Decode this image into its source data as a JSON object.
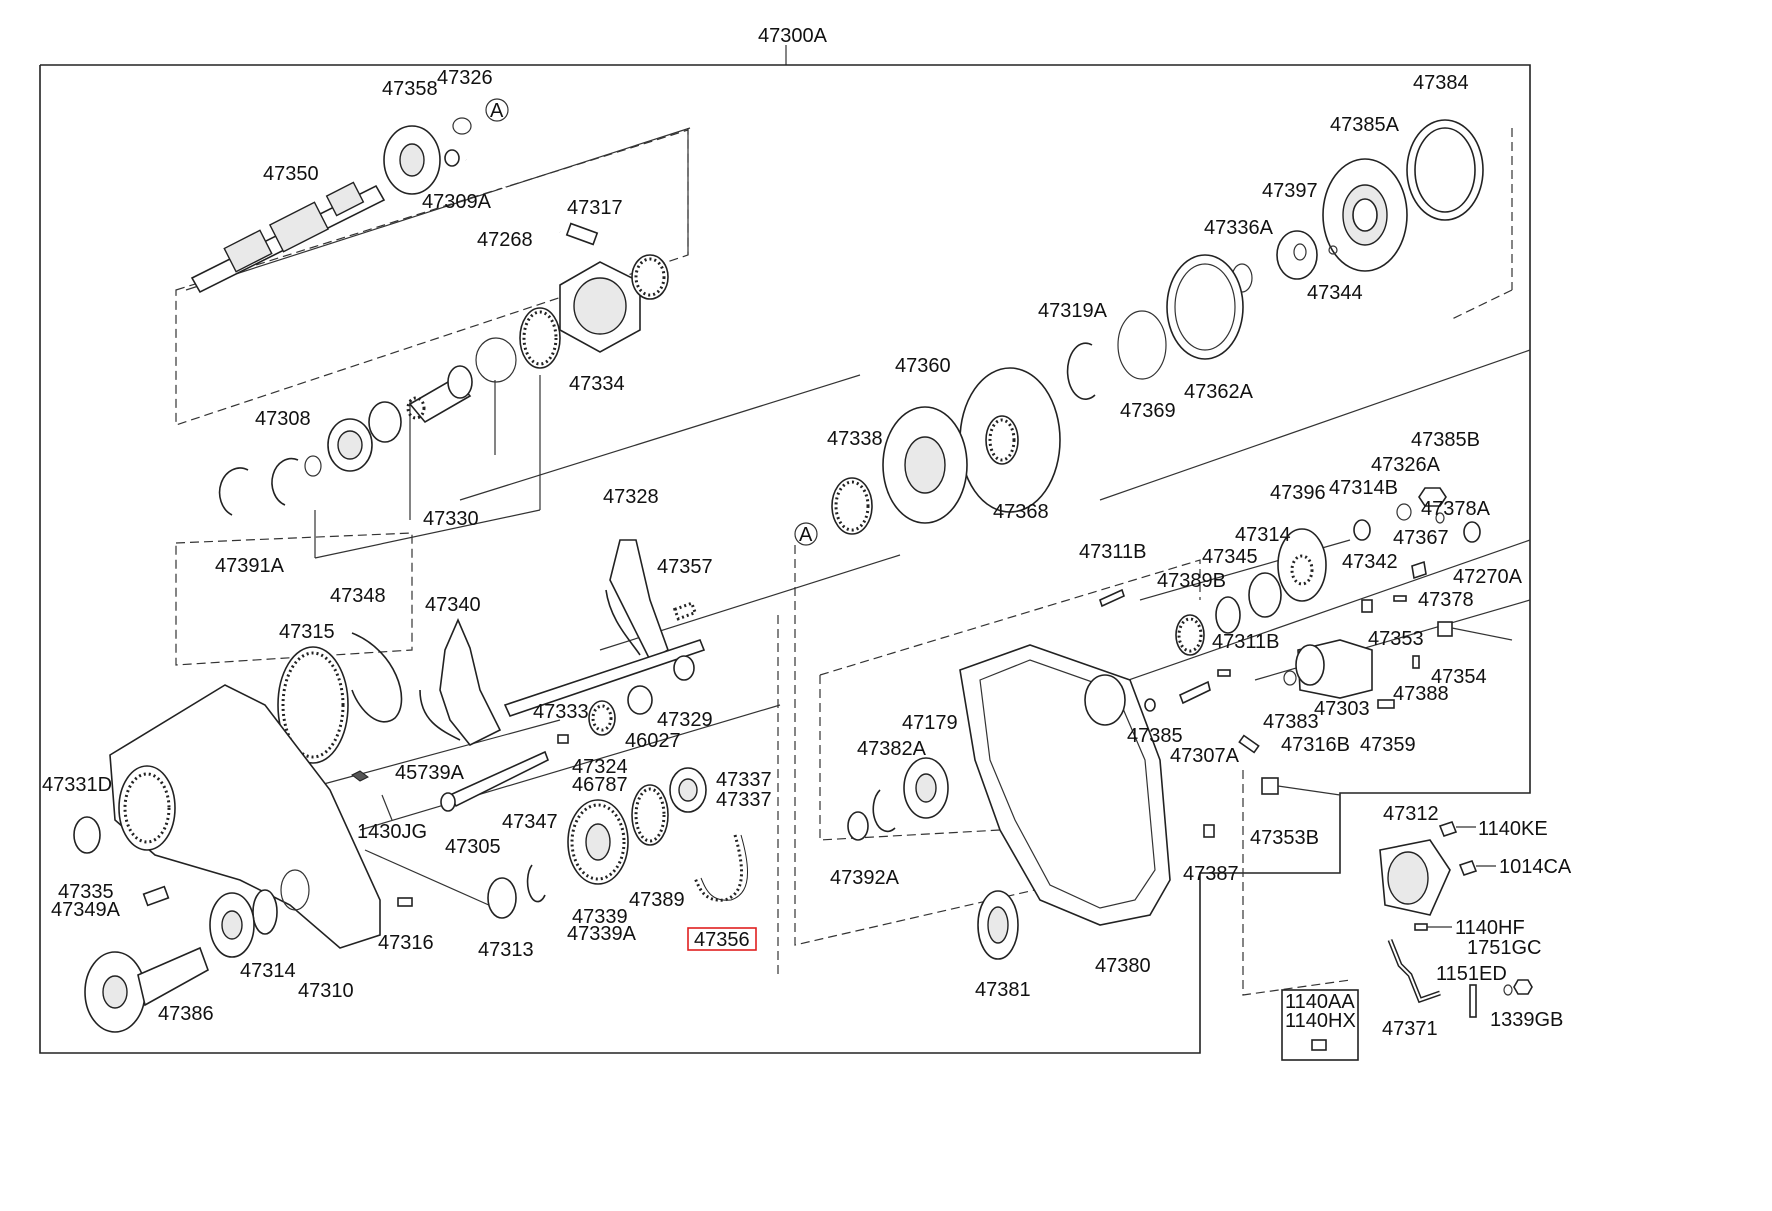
{
  "colors": {
    "line": "#222222",
    "highlight": "#e02020",
    "background": "#ffffff"
  },
  "assembly": {
    "label": "47300A"
  },
  "reference_marks": [
    "A",
    "A"
  ],
  "labels": [
    "47358",
    "47326",
    "47350",
    "47309A",
    "47317",
    "47268",
    "47334",
    "47308",
    "47330",
    "47391A",
    "47348",
    "47315",
    "47340",
    "47328",
    "47357",
    "47333",
    "47324",
    "46787",
    "46027",
    "47329",
    "45739A",
    "47331D",
    "1430JG",
    "47305",
    "47347",
    "47337",
    "47337",
    "47389",
    "47339",
    "47339A",
    "47356",
    "47313",
    "47335",
    "47349A",
    "47316",
    "47314",
    "47310",
    "47386",
    "47384",
    "47385A",
    "47397",
    "47336A",
    "47344",
    "47319A",
    "47362A",
    "47369",
    "47360",
    "47368",
    "47338",
    "47311B",
    "47396",
    "47385B",
    "47326A",
    "47314B",
    "47378A",
    "47389B",
    "47345",
    "47314",
    "47342",
    "47367",
    "47270A",
    "47378",
    "47311B",
    "47353",
    "47354",
    "47179",
    "47382A",
    "47385",
    "47307A",
    "47383",
    "47303",
    "47388",
    "47359",
    "47316B",
    "47353B",
    "47392A",
    "47387",
    "47381",
    "47380",
    "47312",
    "1140KE",
    "1014CA",
    "1140HF",
    "1751GC",
    "1151ED",
    "1140AA",
    "1140HX",
    "47371",
    "1339GB"
  ],
  "highlighted_label": "47356"
}
